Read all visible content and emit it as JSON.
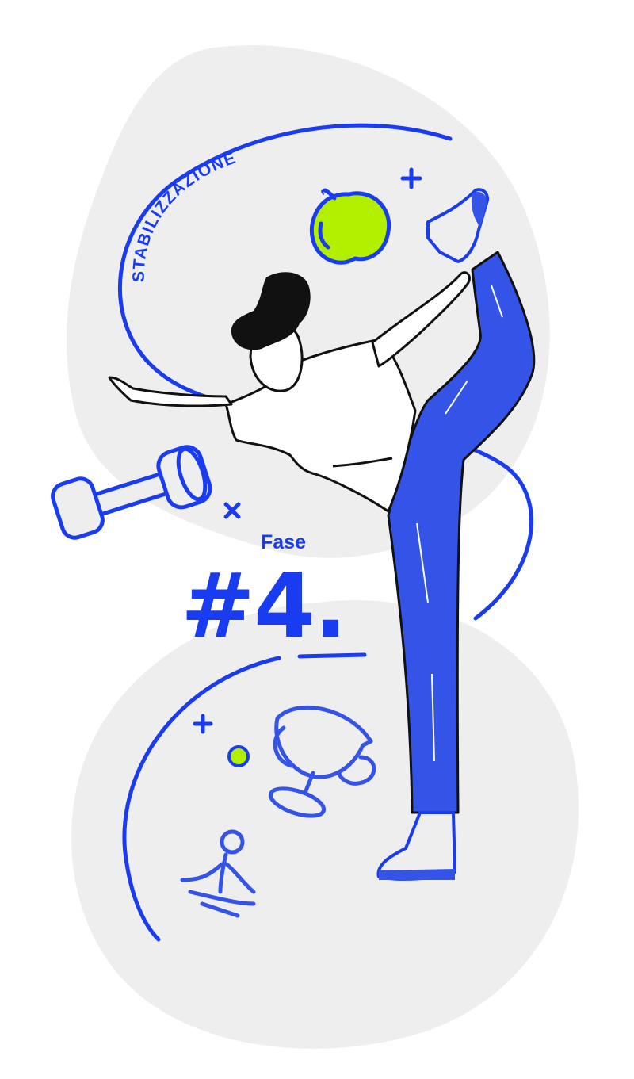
{
  "arc_text": "STABILIZZAZIONE",
  "phase_label": "Fase",
  "phase_number": "#4.",
  "colors": {
    "blob": "#eeeeee",
    "blue": "#1a3cf0",
    "pants": "#3454e8",
    "lime": "#b2f000",
    "ink": "#111111",
    "white": "#ffffff"
  },
  "icons": [
    "apple-icon",
    "dumbbell-icon",
    "trophy-icon",
    "meditation-icon",
    "plus-icon",
    "cross-icon",
    "dot-icon"
  ]
}
